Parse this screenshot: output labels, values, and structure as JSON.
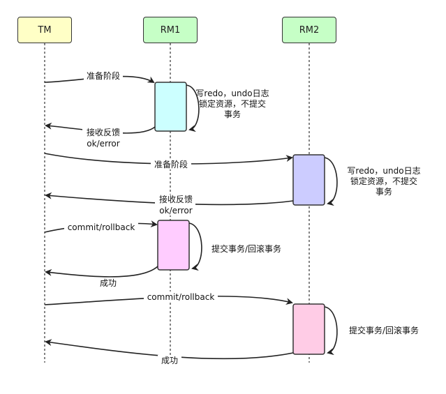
{
  "actors": [
    {
      "id": "tm",
      "label": "TM",
      "color": "#ffffc6"
    },
    {
      "id": "rm1",
      "label": "RM1",
      "color": "#c6ffc6"
    },
    {
      "id": "rm2",
      "label": "RM2",
      "color": "#c6ffc6"
    }
  ],
  "messages": {
    "m1": "准备阶段",
    "m2_line1": "接收反馈",
    "m2_line2": "ok/error",
    "m3": "准备阶段",
    "m4_line1": "接收反馈",
    "m4_line2": "ok/error",
    "m5": "commit/rollback",
    "m6": "成功",
    "m7": "commit/rollback",
    "m8": "成功"
  },
  "notes": {
    "n1_line1": "写redo，undo日志",
    "n1_line2": "锁定资源，不提交",
    "n1_line3": "事务",
    "n2_line1": "写redo，undo日志",
    "n2_line2": "锁定资源，不提交",
    "n2_line3": "事务",
    "n3": "提交事务/回滚事务",
    "n4": "提交事务/回滚事务"
  },
  "activation_colors": {
    "rm1_prepare": "#ccffff",
    "rm2_prepare": "#ccccff",
    "rm1_commit": "#ffccff",
    "rm2_commit": "#ffcce6"
  }
}
